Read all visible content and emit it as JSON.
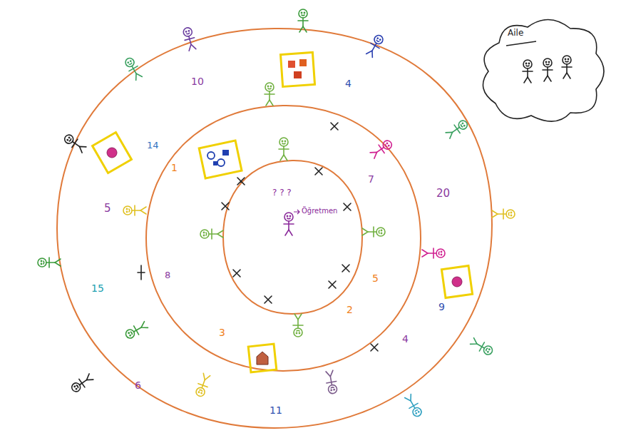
{
  "diagram": {
    "nodes": [
      {
        "text": [
          "Aile"
        ]
      }
    ],
    "labels": [
      "10",
      "4",
      "14",
      "1",
      "7",
      "20",
      "? ? ?",
      "5",
      "Öğretmen",
      "15",
      "8",
      "5",
      "9",
      "2",
      "3",
      "4",
      "6",
      "11"
    ]
  }
}
